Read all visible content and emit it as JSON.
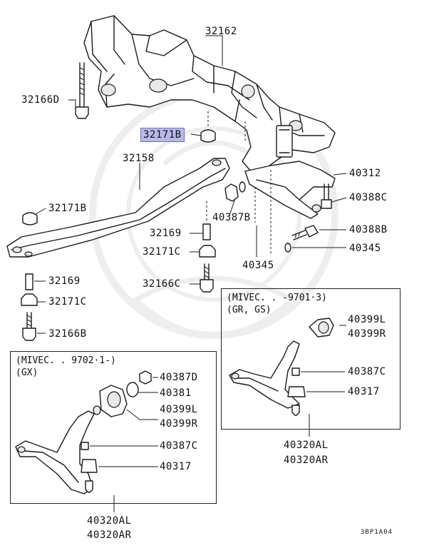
{
  "labels": {
    "p32162": "32162",
    "p32166D": "32166D",
    "p32171B_top": "32171B",
    "p32158": "32158",
    "p32171B_left": "32171B",
    "p32169_mid": "32169",
    "p32171C_mid": "32171C",
    "p32166C": "32166C",
    "p32169_left": "32169",
    "p32171C_left": "32171C",
    "p32166B": "32166B",
    "p40312": "40312",
    "p40388C": "40388C",
    "p40387B": "40387B",
    "p40388B": "40388B",
    "p40345_right": "40345",
    "p40345_mid": "40345"
  },
  "left_box": {
    "caption_line1": "(MIVEC. . 9702·1-)",
    "caption_line2": "(GX)",
    "p40387D": "40387D",
    "p40381": "40381",
    "p40399L": "40399L",
    "p40399R": "40399R",
    "p40387C": "40387C",
    "p40317": "40317",
    "p40320AL": "40320AL",
    "p40320AR": "40320AR"
  },
  "right_box": {
    "caption_line1": "(MIVEC. . -9701·3)",
    "caption_line2": "(GR, GS)",
    "p40399L": "40399L",
    "p40399R": "40399R",
    "p40387C": "40387C",
    "p40317": "40317",
    "p40320AL": "40320AL",
    "p40320AR": "40320AR"
  },
  "diagram_ref": "3BP1A04",
  "highlight_color": "#b9b9e8"
}
